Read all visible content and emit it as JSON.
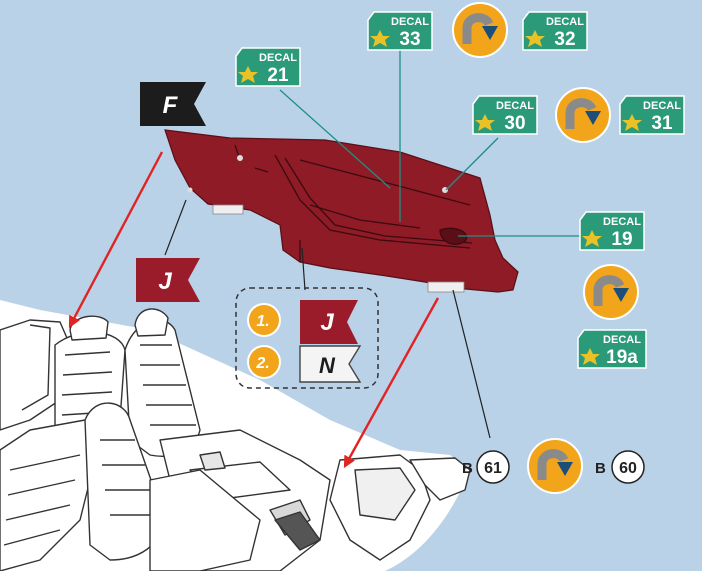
{
  "colors": {
    "background": "#b9d2e8",
    "part_red": "#8e1b25",
    "decal_green": "#2a9a78",
    "star_gold": "#e8c227",
    "step_orange": "#f2a51a",
    "arrow_red": "#e02424",
    "leader_teal": "#1f8f86",
    "flag_dark": "#1c1c1c",
    "flag_red": "#9a1b2a"
  },
  "icons": {
    "decal_badge": "green-decal-tag-with-star",
    "rotate": "turn-over-arrow-icon",
    "flag": "pennant-flag-icon"
  },
  "decal_label": "DECAL",
  "decals": {
    "d33": "33",
    "d32": "32",
    "d21": "21",
    "d30": "30",
    "d31": "31",
    "d19": "19",
    "d19a": "19a"
  },
  "flags": {
    "top": "F",
    "side": "J",
    "step1": "J",
    "step2": "N"
  },
  "steps": {
    "step1": "1.",
    "step2": "2."
  },
  "parts": {
    "prefix_left": "B",
    "left_number": "61",
    "prefix_right": "B",
    "right_number": "60"
  }
}
